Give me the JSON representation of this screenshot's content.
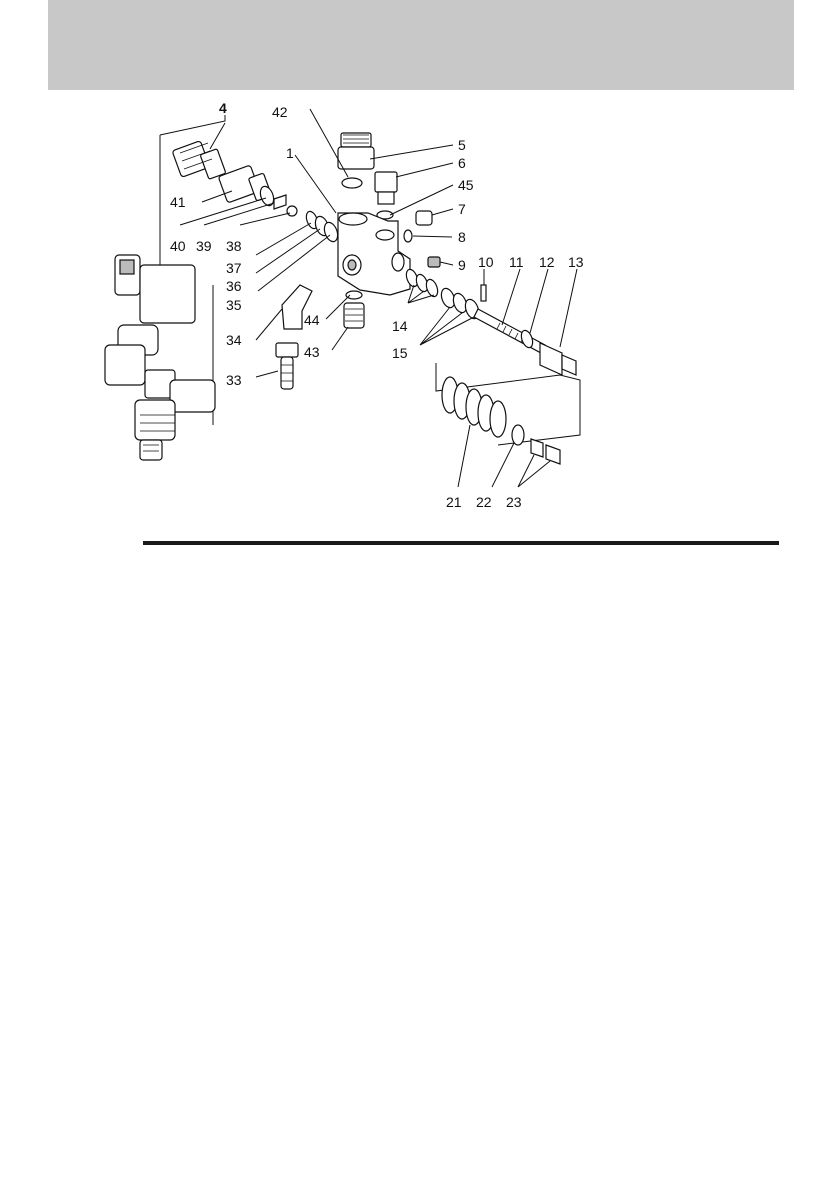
{
  "callouts": {
    "c4": "4",
    "c42": "42",
    "c1": "1",
    "c5": "5",
    "c6": "6",
    "c45": "45",
    "c7": "7",
    "c8": "8",
    "c9": "9",
    "c10": "10",
    "c11": "11",
    "c12": "12",
    "c13": "13",
    "c41": "41",
    "c40": "40",
    "c39": "39",
    "c38": "38",
    "c37": "37",
    "c36": "36",
    "c35": "35",
    "c34": "34",
    "c44": "44",
    "c43": "43",
    "c33": "33",
    "c14": "14",
    "c15": "15",
    "c21": "21",
    "c22": "22",
    "c23": "23"
  },
  "colors": {
    "header_band": "#c8c8c8",
    "rule": "#1a1a1a"
  }
}
